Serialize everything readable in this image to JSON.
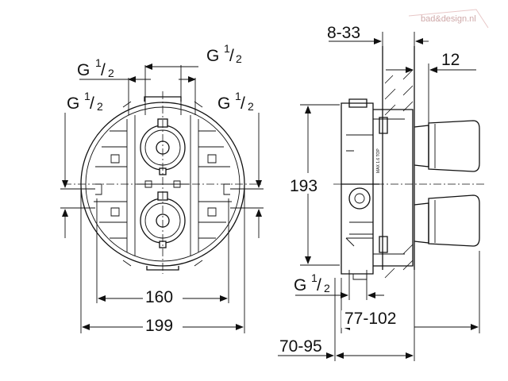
{
  "watermark": {
    "text": "bad&design.nl",
    "color": "#cfa9a9"
  },
  "front_view": {
    "g_left": {
      "base": "G",
      "sup": "1",
      "sub": "2"
    },
    "g_top": {
      "base": "G",
      "sup": "1",
      "sub": "2"
    },
    "g_left_lower": {
      "base": "G",
      "sup": "1",
      "sub": "2"
    },
    "g_right": {
      "base": "G",
      "sup": "1",
      "sub": "2"
    },
    "dim_160": "160",
    "dim_199": "199"
  },
  "side_view": {
    "dim_8_33": "8-33",
    "dim_12": "12",
    "dim_193": "193",
    "g_bottom": {
      "base": "G",
      "sup": "1",
      "sub": "2"
    },
    "dim_77_102": "77-102",
    "dim_70_95": "70-95",
    "body_marking": "MAX 1.6 TOP"
  }
}
